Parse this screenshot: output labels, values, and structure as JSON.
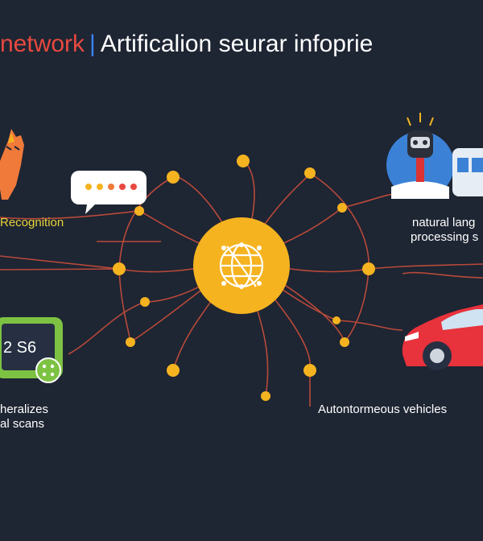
{
  "title": {
    "part1": "network",
    "separator": "|",
    "part2": "Artificalion seurar infoprie"
  },
  "labels": {
    "recognition": "Recognition",
    "nlp_line1": "natural lang",
    "nlp_line2": "processing s",
    "medical_line1": "heralizes",
    "medical_line2": "al scans",
    "vehicles": "Autontormeous vehicles"
  },
  "scan_screen_text": "2 S6",
  "colors": {
    "background": "#1e2533",
    "hub": "#f5b320",
    "node": "#f5b320",
    "connector": "#b84a3a",
    "title_accent": "#e8493f",
    "separator": "#3b82f6",
    "recognition_label": "#e6d23a",
    "chat_dots": [
      "#f5b320",
      "#f5b320",
      "#f07a3a",
      "#e8493f"
    ],
    "car": "#e8323c",
    "tablet": "#7dc242"
  },
  "icons": {
    "hub": "globe-icon",
    "cat": "cat-icon",
    "chat": "chat-bubble-icon",
    "robot": "robot-icon",
    "bus": "bus-icon",
    "tablet": "tablet-scan-icon",
    "car": "car-icon"
  }
}
